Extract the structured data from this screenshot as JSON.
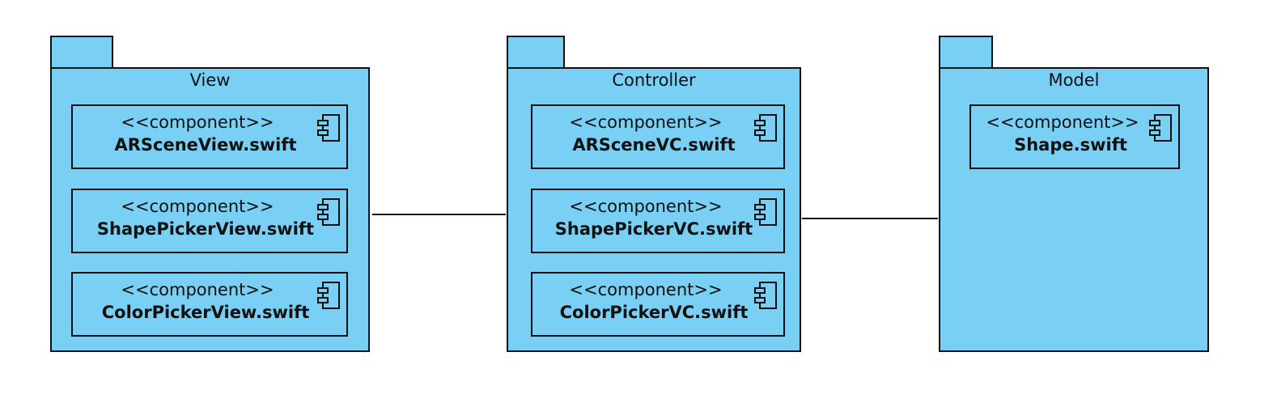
{
  "packages": [
    {
      "title": "View",
      "components": [
        {
          "stereotype": "<<component>>",
          "name": "ARSceneView.swift"
        },
        {
          "stereotype": "<<component>>",
          "name": "ShapePickerView.swift"
        },
        {
          "stereotype": "<<component>>",
          "name": "ColorPickerView.swift"
        }
      ]
    },
    {
      "title": "Controller",
      "components": [
        {
          "stereotype": "<<component>>",
          "name": "ARSceneVC.swift"
        },
        {
          "stereotype": "<<component>>",
          "name": "ShapePickerVC.swift"
        },
        {
          "stereotype": "<<component>>",
          "name": "ColorPickerVC.swift"
        }
      ]
    },
    {
      "title": "Model",
      "components": [
        {
          "stereotype": "<<component>>",
          "name": "Shape.swift"
        }
      ]
    }
  ],
  "colors": {
    "package_fill": "#7acff5",
    "line": "#111111"
  },
  "icons": {
    "component": "uml-component-icon"
  }
}
